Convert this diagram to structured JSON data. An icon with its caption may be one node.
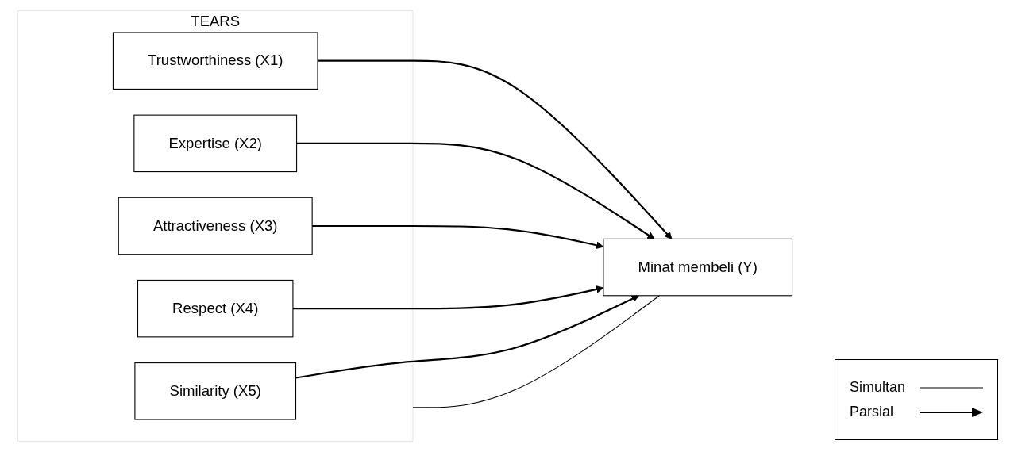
{
  "diagram": {
    "nodes": [
      {
        "text": [
          "TEARS"
        ]
      },
      {
        "text": [
          "Trustworthiness (X1)"
        ],
        "in": 0
      },
      {
        "text": [
          "Expertise (X2)"
        ],
        "in": 0
      },
      {
        "text": [
          "Attractiveness (X3)"
        ],
        "in": 0
      },
      {
        "text": [
          "Respect (X4)"
        ],
        "in": 0
      },
      {
        "text": [
          "Similarity (X5)"
        ],
        "in": 0
      },
      {
        "text": [
          "Minat membeli (Y)"
        ]
      }
    ],
    "edges": [
      {
        "from": 0,
        "to": 6,
        "arrow": "none"
      },
      {
        "from": 1,
        "to": 6,
        "arrow": "to"
      },
      {
        "from": 2,
        "to": 6,
        "arrow": "to"
      },
      {
        "from": 3,
        "to": 6,
        "arrow": "to"
      },
      {
        "from": 4,
        "to": 6,
        "arrow": "to"
      },
      {
        "from": 5,
        "to": 6,
        "arrow": "to"
      }
    ],
    "legend": [
      {
        "text": "Simultan"
      },
      {
        "text": "Parsial"
      }
    ]
  }
}
